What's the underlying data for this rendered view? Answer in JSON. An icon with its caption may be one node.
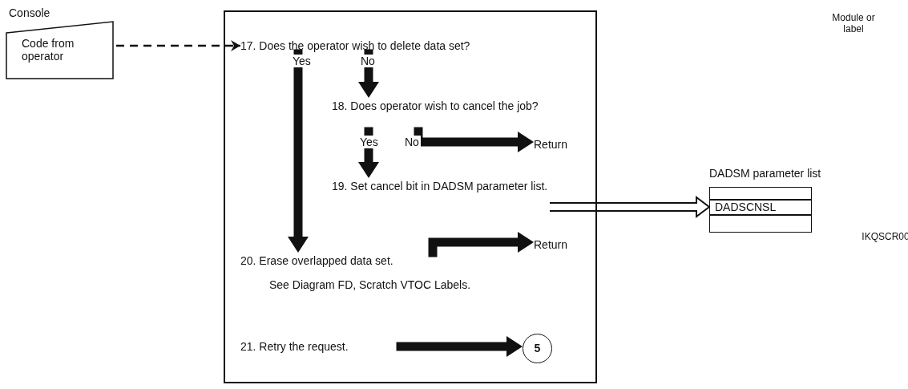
{
  "diagram": {
    "nodes": [
      {
        "text": [
          "Console",
          "Code from operator"
        ]
      },
      {
        "text": [],
        "shape": "box"
      },
      {
        "text": [
          "17. Does the operator wish to delete data set?"
        ],
        "in": 1
      },
      {
        "text": [
          "18. Does operator wish to cancel the job?"
        ],
        "in": 1
      },
      {
        "text": [
          "19. Set cancel bit in DADSM parameter list."
        ],
        "in": 1
      },
      {
        "text": [
          "Return"
        ],
        "in": 1
      },
      {
        "text": [
          "20. Erase overlapped data set.",
          "See Diagram FD, Scratch VTOC Labels."
        ],
        "in": 1
      },
      {
        "text": [
          "Return"
        ],
        "in": 1
      },
      {
        "text": [
          "21. Retry the request."
        ],
        "in": 1
      },
      {
        "text": [
          "5"
        ],
        "in": 1
      },
      {
        "text": [
          "DADSM parameter list"
        ]
      },
      {
        "text": [],
        "shape": "box",
        "in": 10
      },
      {
        "text": [
          "DADSCNSL"
        ],
        "in": 10
      },
      {
        "text": [],
        "shape": "box",
        "in": 10
      }
    ],
    "edges": [
      {
        "from": 0,
        "to": 2,
        "arrow": "to",
        "style": "dashed"
      },
      {
        "from": 2,
        "to": 6,
        "arrow": "to",
        "label": "Yes"
      },
      {
        "from": 2,
        "to": 3,
        "arrow": "to",
        "label": "No"
      },
      {
        "from": 3,
        "to": 5,
        "arrow": "to",
        "label": "No"
      },
      {
        "from": 3,
        "to": 4,
        "arrow": "to",
        "label": "Yes"
      },
      {
        "from": 4,
        "to": 12,
        "arrow": "to"
      },
      {
        "from": 6,
        "to": 7,
        "arrow": "to"
      },
      {
        "from": 8,
        "to": 9,
        "arrow": "to"
      }
    ],
    "labels": [
      "Module or label",
      "IKQSCR00"
    ]
  }
}
